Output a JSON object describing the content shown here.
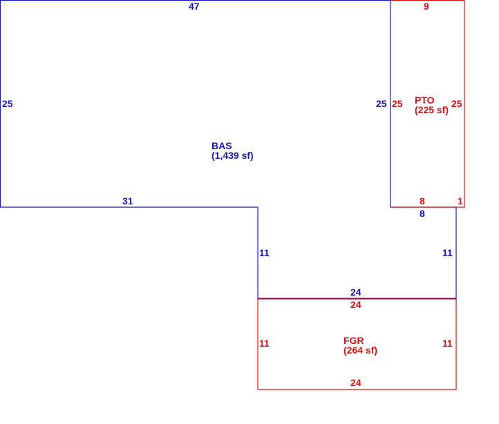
{
  "colors": {
    "primary_area": "#1414c8",
    "secondary_area": "#e00e0e",
    "background": "#ffffff"
  },
  "areas": {
    "bas": {
      "code": "BAS",
      "size": "(1,439 sf)"
    },
    "pto": {
      "code": "PTO",
      "size": "(225 sf)"
    },
    "fgr": {
      "code": "FGR",
      "size": "(264 sf)"
    }
  },
  "dimensions": {
    "bas_top": "47",
    "bas_left": "25",
    "bas_bottom_left": "31",
    "bas_right_upper": "25",
    "bas_right_notch": "8",
    "bas_inner_left": "11",
    "bas_inner_right": "11",
    "bas_bottom": "24",
    "pto_top": "9",
    "pto_left": "25",
    "pto_right": "25",
    "pto_bottom": "8",
    "pto_bottom_right": "1",
    "fgr_top": "24",
    "fgr_left": "11",
    "fgr_right": "11",
    "fgr_bottom": "24"
  }
}
